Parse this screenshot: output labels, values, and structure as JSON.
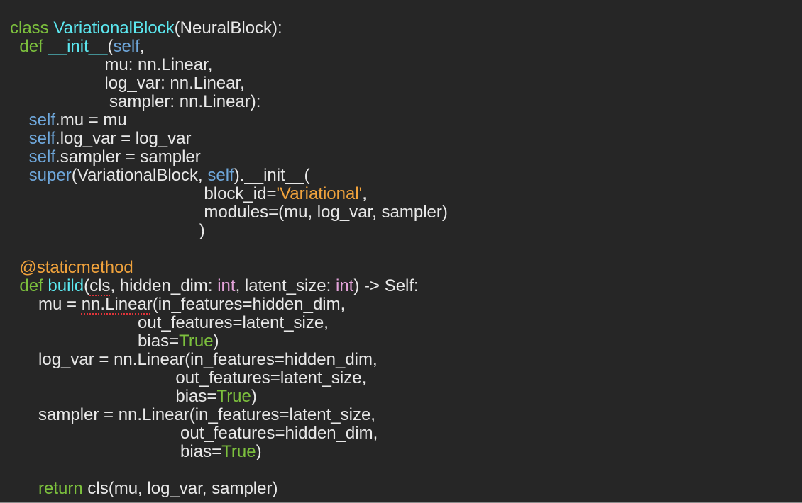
{
  "editor": {
    "lines": [
      [
        [
          "kw",
          "class"
        ],
        [
          "plain",
          " "
        ],
        [
          "cls",
          "VariationalBlock"
        ],
        [
          "plain",
          "(NeuralBlock):"
        ]
      ],
      [
        [
          "plain",
          "  "
        ],
        [
          "kw",
          "def"
        ],
        [
          "plain",
          " "
        ],
        [
          "cls",
          "__init__"
        ],
        [
          "plain",
          "("
        ],
        [
          "self",
          "self"
        ],
        [
          "plain",
          ","
        ]
      ],
      [
        [
          "plain",
          "                    mu: nn.Linear,"
        ]
      ],
      [
        [
          "plain",
          "                    log_var: nn.Linear,"
        ]
      ],
      [
        [
          "plain",
          "                     sampler: nn.Linear):"
        ]
      ],
      [
        [
          "plain",
          "    "
        ],
        [
          "self",
          "self"
        ],
        [
          "plain",
          ".mu = mu"
        ]
      ],
      [
        [
          "plain",
          "    "
        ],
        [
          "self",
          "self"
        ],
        [
          "plain",
          ".log_var = log_var"
        ]
      ],
      [
        [
          "plain",
          "    "
        ],
        [
          "self",
          "self"
        ],
        [
          "plain",
          ".sampler = sampler"
        ]
      ],
      [
        [
          "plain",
          "    "
        ],
        [
          "self",
          "super"
        ],
        [
          "plain",
          "(VariationalBlock, "
        ],
        [
          "self",
          "self"
        ],
        [
          "plain",
          ").__init__("
        ]
      ],
      [
        [
          "plain",
          "                                         block_id="
        ],
        [
          "str",
          "'Variational'"
        ],
        [
          "plain",
          ","
        ]
      ],
      [
        [
          "plain",
          "                                         modules=(mu, log_var, sampler)"
        ]
      ],
      [
        [
          "plain",
          "                                        )"
        ]
      ],
      [],
      [
        [
          "plain",
          "  "
        ],
        [
          "deco",
          "@staticmethod"
        ]
      ],
      [
        [
          "plain",
          "  "
        ],
        [
          "kw",
          "def"
        ],
        [
          "plain",
          " "
        ],
        [
          "cls",
          "build"
        ],
        [
          "plain",
          "("
        ],
        [
          "squiggle",
          "cls"
        ],
        [
          "plain",
          ", hidden_dim: "
        ],
        [
          "type",
          "int"
        ],
        [
          "plain",
          ", latent_size: "
        ],
        [
          "type",
          "int"
        ],
        [
          "plain",
          ") -> Self:"
        ]
      ],
      [
        [
          "plain",
          "      mu = "
        ],
        [
          "squiggle",
          "nn.Linear"
        ],
        [
          "plain",
          "(in_features=hidden_dim,"
        ]
      ],
      [
        [
          "plain",
          "                           out_features=latent_size,"
        ]
      ],
      [
        [
          "plain",
          "                           bias="
        ],
        [
          "true",
          "True"
        ],
        [
          "plain",
          ")"
        ]
      ],
      [
        [
          "plain",
          "      log_var = nn.Linear(in_features=hidden_dim,"
        ]
      ],
      [
        [
          "plain",
          "                                   out_features=latent_size,"
        ]
      ],
      [
        [
          "plain",
          "                                   bias="
        ],
        [
          "true",
          "True"
        ],
        [
          "plain",
          ")"
        ]
      ],
      [
        [
          "plain",
          "      sampler = nn.Linear(in_features=latent_size,"
        ]
      ],
      [
        [
          "plain",
          "                                    out_features=hidden_dim,"
        ]
      ],
      [
        [
          "plain",
          "                                    bias="
        ],
        [
          "true",
          "True"
        ],
        [
          "plain",
          ")"
        ]
      ],
      [],
      [
        [
          "plain",
          "      "
        ],
        [
          "kw",
          "return"
        ],
        [
          "plain",
          " cls(mu, log_var, sampler)"
        ]
      ]
    ]
  },
  "colors": {
    "background": "#262626",
    "text": "#e8e8e8",
    "keyword": "#7cc03d",
    "class_name": "#5ce8f0",
    "self": "#6fa8dc",
    "string": "#f1a33c",
    "type": "#e2a2d8",
    "error_underline": "#e0343a"
  }
}
